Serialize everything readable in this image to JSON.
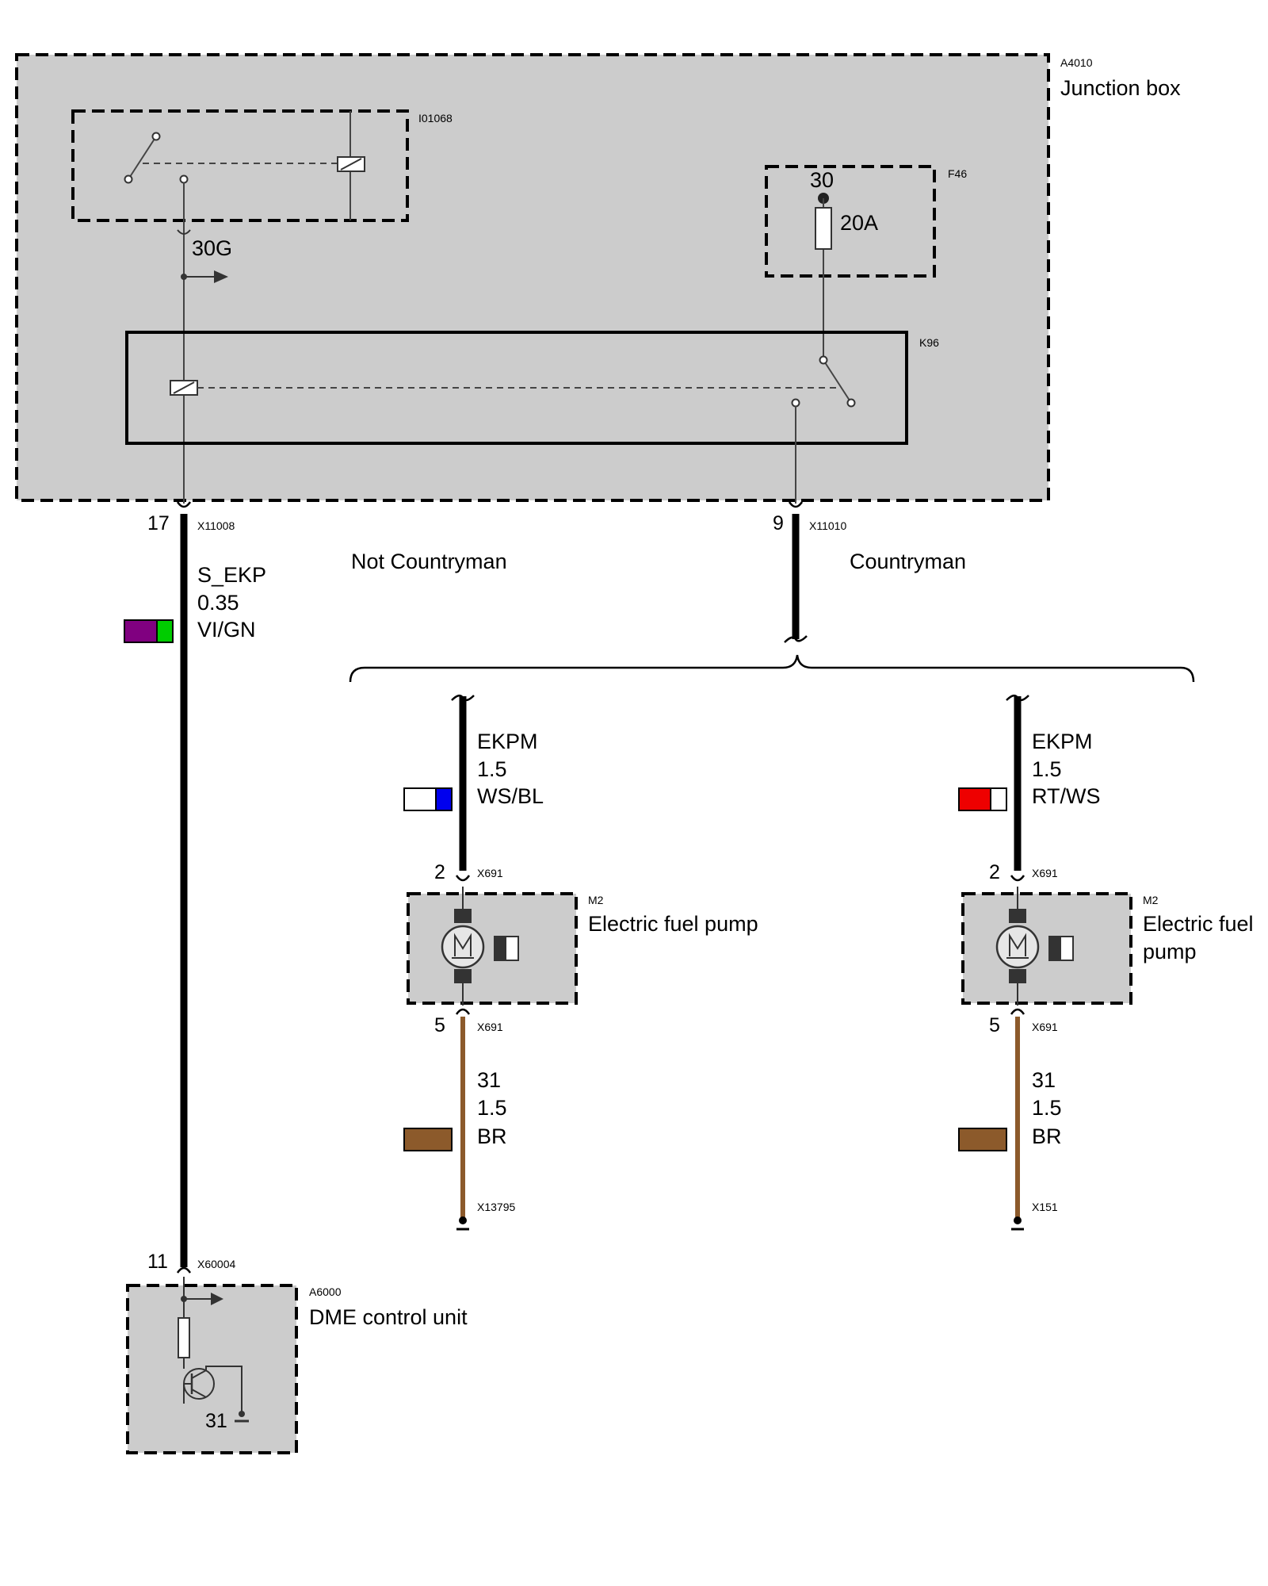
{
  "junction_box": {
    "id": "A4010",
    "name": "Junction box"
  },
  "relay_i01068": {
    "id": "I01068"
  },
  "fuse_f46": {
    "id": "F46",
    "terminal": "30",
    "rating": "20A"
  },
  "relay_k96": {
    "id": "K96"
  },
  "terminal_30g": "30G",
  "left_circuit": {
    "pin": "17",
    "connector": "X11008",
    "signal": "S_EKP",
    "gauge": "0.35",
    "color_code": "VI/GN",
    "colors": [
      "#800080",
      "#00cc00"
    ],
    "bottom_pin": "11",
    "bottom_connector": "X60004"
  },
  "right_circuit": {
    "pin": "9",
    "connector": "X11010"
  },
  "variants": {
    "not_countryman": "Not Countryman",
    "countryman": "Countryman"
  },
  "pump_branches": [
    {
      "signal": "EKPM",
      "gauge": "1.5",
      "color_code": "WS/BL",
      "colors": [
        "#ffffff",
        "#0000ee"
      ],
      "top_pin": "2",
      "top_connector": "X691",
      "pump_id": "M2",
      "pump_name_line1": "Electric fuel pump",
      "pump_name_line2": "",
      "bottom_pin": "5",
      "bottom_connector": "X691",
      "ground_signal": "31",
      "ground_gauge": "1.5",
      "ground_color_code": "BR",
      "ground_color": "#8c5a2b",
      "ground_connector": "X13795"
    },
    {
      "signal": "EKPM",
      "gauge": "1.5",
      "color_code": "RT/WS",
      "colors": [
        "#ee0000",
        "#ffffff"
      ],
      "top_pin": "2",
      "top_connector": "X691",
      "pump_id": "M2",
      "pump_name_line1": "Electric fuel",
      "pump_name_line2": "pump",
      "bottom_pin": "5",
      "bottom_connector": "X691",
      "ground_signal": "31",
      "ground_gauge": "1.5",
      "ground_color_code": "BR",
      "ground_color": "#8c5a2b",
      "ground_connector": "X151"
    }
  ],
  "dme": {
    "id": "A6000",
    "name": "DME control unit",
    "ground_label": "31"
  },
  "colors": {
    "box_fill": "#cccccc",
    "wire_black": "#000000",
    "wire_brown": "#8c5a2b",
    "component_dark": "#333333"
  }
}
